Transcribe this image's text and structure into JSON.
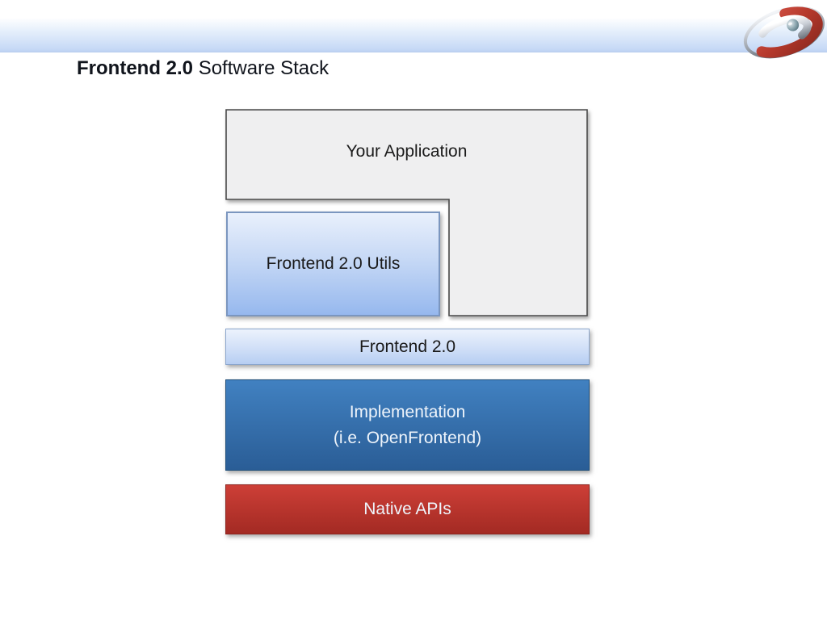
{
  "header": {
    "title_bold": "Frontend 2.0",
    "title_rest": " Software Stack"
  },
  "logo": {
    "icon": "red-chrome-swirl-logo"
  },
  "stack": {
    "your_application": {
      "label": "Your Application"
    },
    "frontend_utils": {
      "label": "Frontend 2.0 Utils"
    },
    "frontend": {
      "label": "Frontend 2.0"
    },
    "implementation": {
      "line1": "Implementation",
      "line2": "(i.e. OpenFrontend)"
    },
    "native_apis": {
      "label": "Native APIs"
    }
  },
  "colors": {
    "header_gradient_top": "#fdfeff",
    "header_gradient_bottom": "#c6d9f6",
    "app_fill": "#efeff0",
    "app_border": "#4a4a4a",
    "utils_gradient_top": "#e9f0fc",
    "utils_gradient_bottom": "#96b8ee",
    "frontend_gradient_top": "#ecf2fc",
    "frontend_gradient_bottom": "#b7cef2",
    "implementation_gradient_top": "#4181c1",
    "implementation_gradient_bottom": "#2a5d96",
    "native_gradient_top": "#cd3f37",
    "native_gradient_bottom": "#a32a23",
    "dark_text": "#1a1a1a",
    "light_text": "#eef4fb",
    "logo_red": "#b5392c",
    "logo_chrome": "#c9ced6"
  }
}
